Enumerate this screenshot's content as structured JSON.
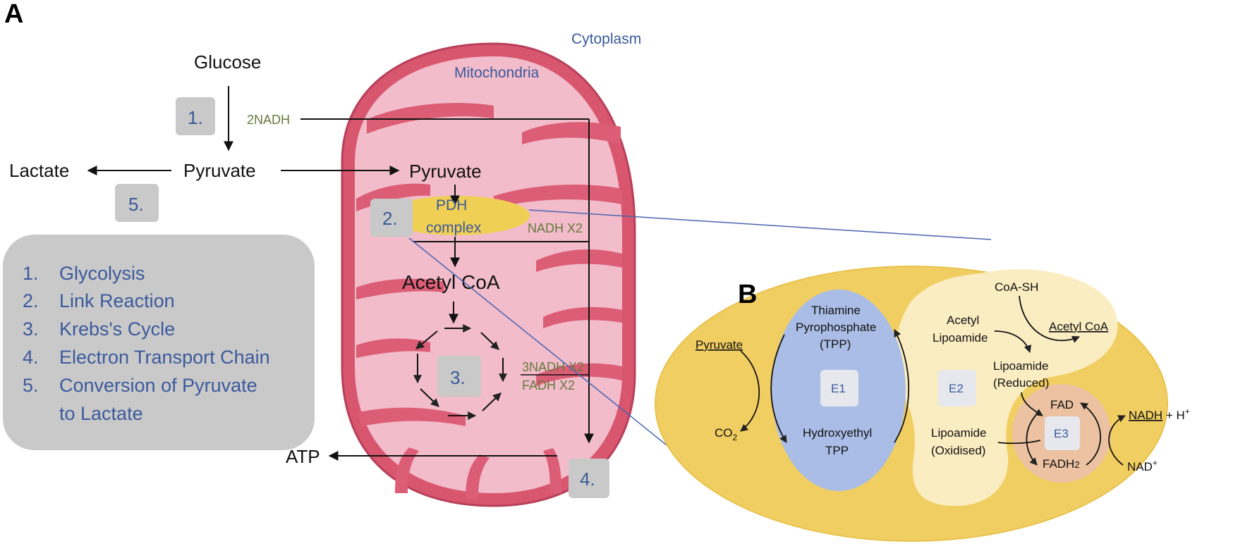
{
  "panel_a": {
    "label": "A",
    "cytoplasm": "Cytoplasm",
    "mitochondria": "Mitochondria",
    "glucose": "Glucose",
    "pyruvate_cyto": "Pyruvate",
    "lactate": "Lactate",
    "pyruvate_mito": "Pyruvate",
    "pdh_line1": "PDH",
    "pdh_line2": "complex",
    "acetyl_coa": "Acetyl CoA",
    "atp": "ATP",
    "nadh_glycolysis": "2NADH",
    "nadh_link": "NADH X2",
    "krebs_nadh": "3NADH X2",
    "krebs_fadh": "FADH X2",
    "steps": {
      "s1": "1.",
      "s2": "2.",
      "s3": "3.",
      "s4": "4.",
      "s5": "5."
    },
    "legend": [
      {
        "num": "1.",
        "text": "Glycolysis"
      },
      {
        "num": "2.",
        "text": "Link Reaction"
      },
      {
        "num": "3.",
        "text": "Krebs's Cycle"
      },
      {
        "num": "4.",
        "text": "Electron Transport Chain"
      },
      {
        "num": "5.",
        "text": "Conversion of Pyruvate"
      },
      {
        "num": "",
        "text": "to Lactate"
      }
    ]
  },
  "panel_b": {
    "label": "B",
    "pyruvate": "Pyruvate",
    "co2": "CO",
    "co2_sub": "2",
    "tpp_line1": "Thiamine",
    "tpp_line2": "Pyrophosphate",
    "tpp_line3": "(TPP)",
    "hetpp_line1": "Hydroxyethyl",
    "hetpp_line2": "TPP",
    "e1": "E1",
    "e2": "E2",
    "e3": "E3",
    "coa_sh": "CoA-SH",
    "acetyl_lipo_line1": "Acetyl",
    "acetyl_lipo_line2": "Lipoamide",
    "acetyl_coa": "Acetyl CoA",
    "lipo_red_line1": "Lipoamide",
    "lipo_red_line2": "(Reduced)",
    "lipo_ox_line1": "Lipoamide",
    "lipo_ox_line2": "(Oxidised)",
    "fad": "FAD",
    "fadh2": "FADH",
    "fadh2_sub": "2",
    "nadh": "NADH",
    "nadh_rest": " + H",
    "nadh_sup": "+",
    "nad": "NAD",
    "nad_sup": "+"
  },
  "colors": {
    "mito_outer": "#d9566f",
    "mito_inner": "#f2bccb",
    "pdh": "#f0cf55",
    "step_box": "#c9c9c9",
    "legend_box": "#c9c9c9",
    "b_ellipse": "#f1ce62",
    "e1": "#aabde6",
    "e2": "#fbedc2",
    "e3": "#ecc2a2",
    "text_blue": "#3a5a9a",
    "text_green": "#667a3c"
  }
}
